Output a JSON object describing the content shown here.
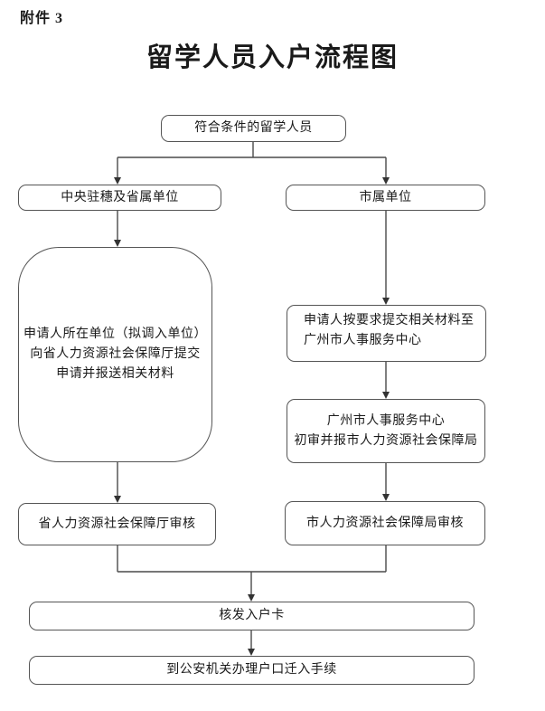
{
  "page": {
    "attachment": "附件 3",
    "title": "留学人员入户流程图"
  },
  "flow": {
    "start": "符合条件的留学人员",
    "branch_left": "中央驻穗及省属单位",
    "branch_right": "市属单位",
    "left_submit": "申请人所在单位（拟调入单位）\n向省人力资源社会保障厅提交\n申请并报送相关材料",
    "right_submit": "申请人按要求提交相关材料至\n广州市人事服务中心",
    "right_initial_review": "广州市人事服务中心\n初审并报市人力资源社会保障局",
    "left_review": "省人力资源社会保障厅审核",
    "right_review": "市人力资源社会保障局审核",
    "issue_card": "核发入户卡",
    "police_registration": "到公安机关办理户口迁入手续"
  },
  "colors": {
    "border": "#555555",
    "line": "#4a4a4a",
    "arrow": "#333333",
    "text": "#1a1a1a",
    "background": "#ffffff"
  }
}
